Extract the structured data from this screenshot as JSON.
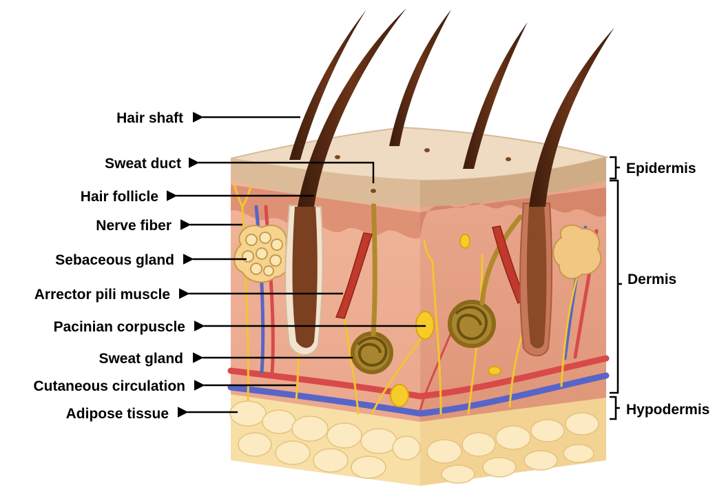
{
  "diagram": {
    "left_labels": [
      "Hair shaft",
      "Sweat duct",
      "Hair follicle",
      "Nerve fiber",
      "Sebaceous gland",
      "Arrector pili muscle",
      "Pacinian corpuscle",
      "Sweat gland",
      "Cutaneous circulation",
      "Adipose tissue"
    ],
    "layer_labels": [
      "Epidermis",
      "Dermis",
      "Hypodermis"
    ]
  }
}
